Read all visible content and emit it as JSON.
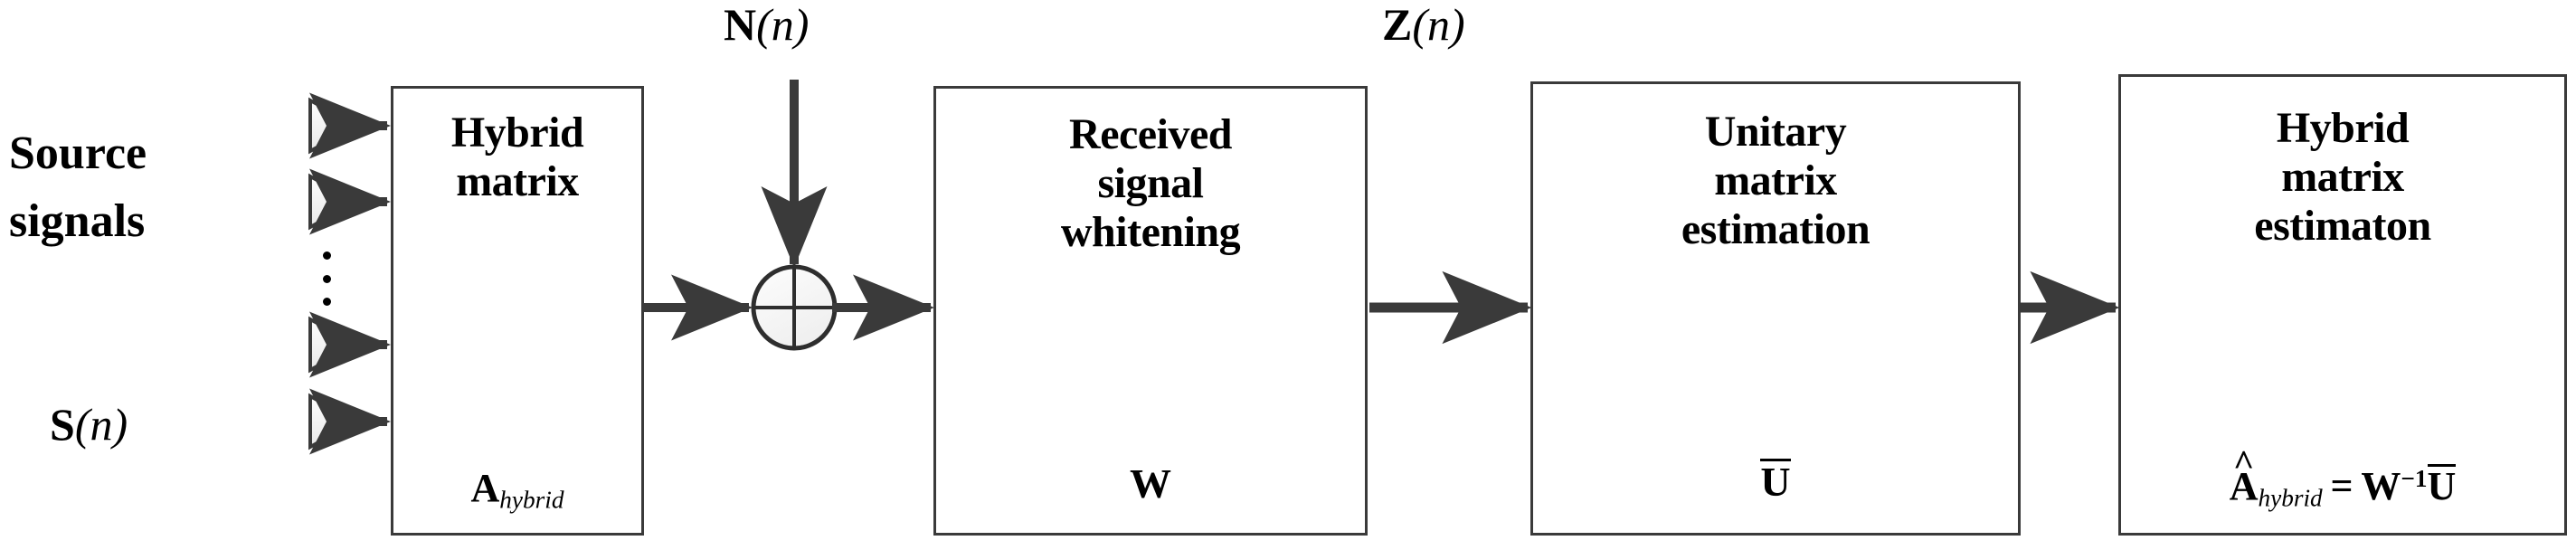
{
  "diagram": {
    "title": "Hybrid matrix estimation signal processing chain",
    "colors": {
      "line": "#3a3a3a",
      "border": "#3a3a3a",
      "text": "#000000",
      "antenna_fill": "#f2f2f2",
      "circle_fill": "#f5f5f5",
      "background": "#ffffff"
    }
  },
  "source": {
    "label_line1": "Source",
    "label_line2": "signals",
    "symbol_bold": "S",
    "symbol_arg": "(n)",
    "antenna_count": 4,
    "ellipsis": "vertical-dots"
  },
  "noise": {
    "symbol_bold": "N",
    "symbol_arg": "(n)"
  },
  "whitened": {
    "symbol_bold": "Z",
    "symbol_arg": "(n)"
  },
  "adder": {
    "name": "summing-junction",
    "glyph": "crosshair-circle"
  },
  "blocks": [
    {
      "id": "hybrid-matrix",
      "title_lines": [
        "Hybrid",
        "matrix"
      ],
      "symbol_bold": "A",
      "symbol_sub": "hybrid",
      "symbol_text": "A hybrid"
    },
    {
      "id": "received-signal-whitening",
      "title_lines": [
        "Received",
        "signal",
        "whitening"
      ],
      "symbol_bold": "W",
      "symbol_sub": "",
      "symbol_text": "W"
    },
    {
      "id": "unitary-matrix-estimation",
      "title_lines": [
        "Unitary",
        "matrix",
        "estimation"
      ],
      "symbol_bold": "U",
      "symbol_overline": true,
      "symbol_text": "U-bar"
    },
    {
      "id": "hybrid-matrix-estimaton",
      "title_lines": [
        "Hybrid",
        "matrix",
        "estimaton"
      ],
      "formula": {
        "lhs_bold": "A",
        "lhs_hat": "^",
        "lhs_sub": "hybrid",
        "equals": "=",
        "rhs_bold": "W",
        "rhs_sup": "−1",
        "rhs_bold2": "U",
        "rhs_overline": true
      },
      "symbol_text": "A-hat hybrid = W^-1 U-bar"
    }
  ]
}
